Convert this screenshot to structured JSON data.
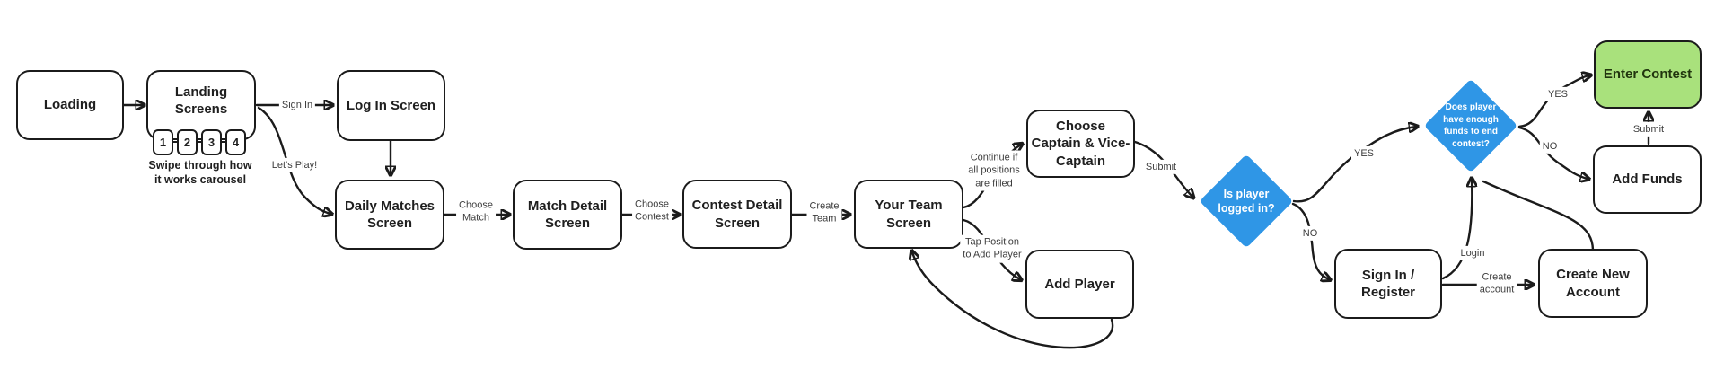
{
  "colors": {
    "background": "#ffffff",
    "line": "#1b1b1b",
    "node_border": "#1b1b1b",
    "node_text": "#1f1f1f",
    "label_text": "#3d3d3d",
    "decision_blue": "#2f96e6",
    "decision_text": "#ffffff",
    "success_green": "#a9e17c",
    "success_text": "#21350e"
  },
  "nodes": {
    "loading": {
      "label": "Loading"
    },
    "landing": {
      "label": "Landing\nScreens",
      "pages": [
        "1",
        "2",
        "3",
        "4"
      ],
      "caption": "Swipe through how\nit works carousel"
    },
    "log_in": {
      "label": "Log In Screen"
    },
    "daily_matches": {
      "label": "Daily Matches\nScreen"
    },
    "match_detail": {
      "label": "Match Detail\nScreen"
    },
    "contest_detail": {
      "label": "Contest Detail\nScreen"
    },
    "your_team": {
      "label": "Your Team\nScreen"
    },
    "choose_captain": {
      "label": "Choose\nCaptain & Vice-\nCaptain"
    },
    "add_player": {
      "label": "Add Player"
    },
    "is_logged_in": {
      "label": "Is player\nlogged in?"
    },
    "sign_in_register": {
      "label": "Sign In /\nRegister"
    },
    "create_new_account": {
      "label": "Create New\nAccount"
    },
    "enough_funds": {
      "label": "Does player\nhave enough\nfunds to end\ncontest?"
    },
    "enter_contest": {
      "label": "Enter Contest"
    },
    "add_funds": {
      "label": "Add Funds"
    }
  },
  "edges": {
    "sign_in": "Sign In",
    "lets_play": "Let's Play!",
    "choose_match": "Choose\nMatch",
    "choose_contest": "Choose\nContest",
    "create_team": "Create\nTeam",
    "continue_if_filled": "Continue if\nall positions\nare filled",
    "tap_position": "Tap Position\nto Add Player",
    "submit_captains": "Submit",
    "logged_in_yes": "YES",
    "logged_in_no": "NO",
    "login": "Login",
    "create_account": "Create\naccount",
    "funds_yes": "YES",
    "funds_no": "NO",
    "submit_funds": "Submit"
  }
}
